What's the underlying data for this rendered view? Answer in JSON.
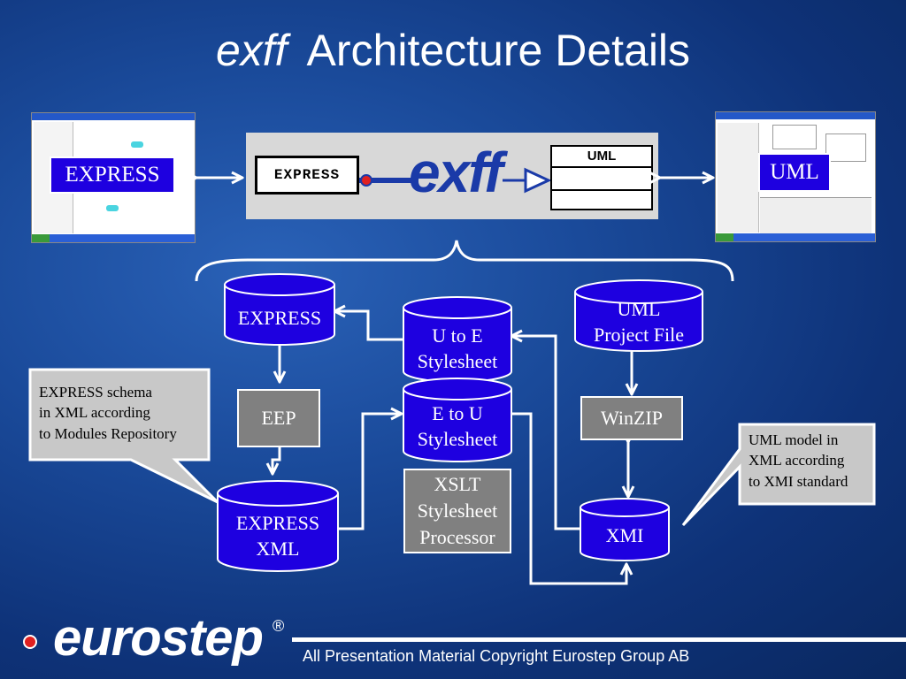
{
  "title": {
    "italic": "exff",
    "rest": "Architecture Details"
  },
  "top": {
    "express_label": "EXPRESS",
    "uml_label": "UML",
    "banner": {
      "express": "EXPRESS",
      "exff": "exff",
      "uml_header": "UML"
    }
  },
  "nodes": {
    "express": "EXPRESS",
    "u_to_e": [
      "U to E",
      "Stylesheet"
    ],
    "uml_project": [
      "UML",
      "Project File"
    ],
    "eep": "EEP",
    "e_to_u": [
      "E to U",
      "Stylesheet"
    ],
    "winzip": "WinZIP",
    "xslt": [
      "XSLT",
      "Stylesheet",
      "Processor"
    ],
    "express_xml": [
      "EXPRESS",
      "XML"
    ],
    "xmi": "XMI"
  },
  "callouts": {
    "left": "EXPRESS schema\nin XML according\nto Modules Repository",
    "right": "UML model in\nXML according\nto XMI standard"
  },
  "footer": {
    "logo": "eurostep",
    "registered": "®",
    "copyright": "All Presentation Material Copyright Eurostep Group AB"
  },
  "colors": {
    "background": "#1a4a9a",
    "cylinder": "#1e00e0",
    "gray_box": "#808080",
    "callout": "#c8c8c8"
  }
}
